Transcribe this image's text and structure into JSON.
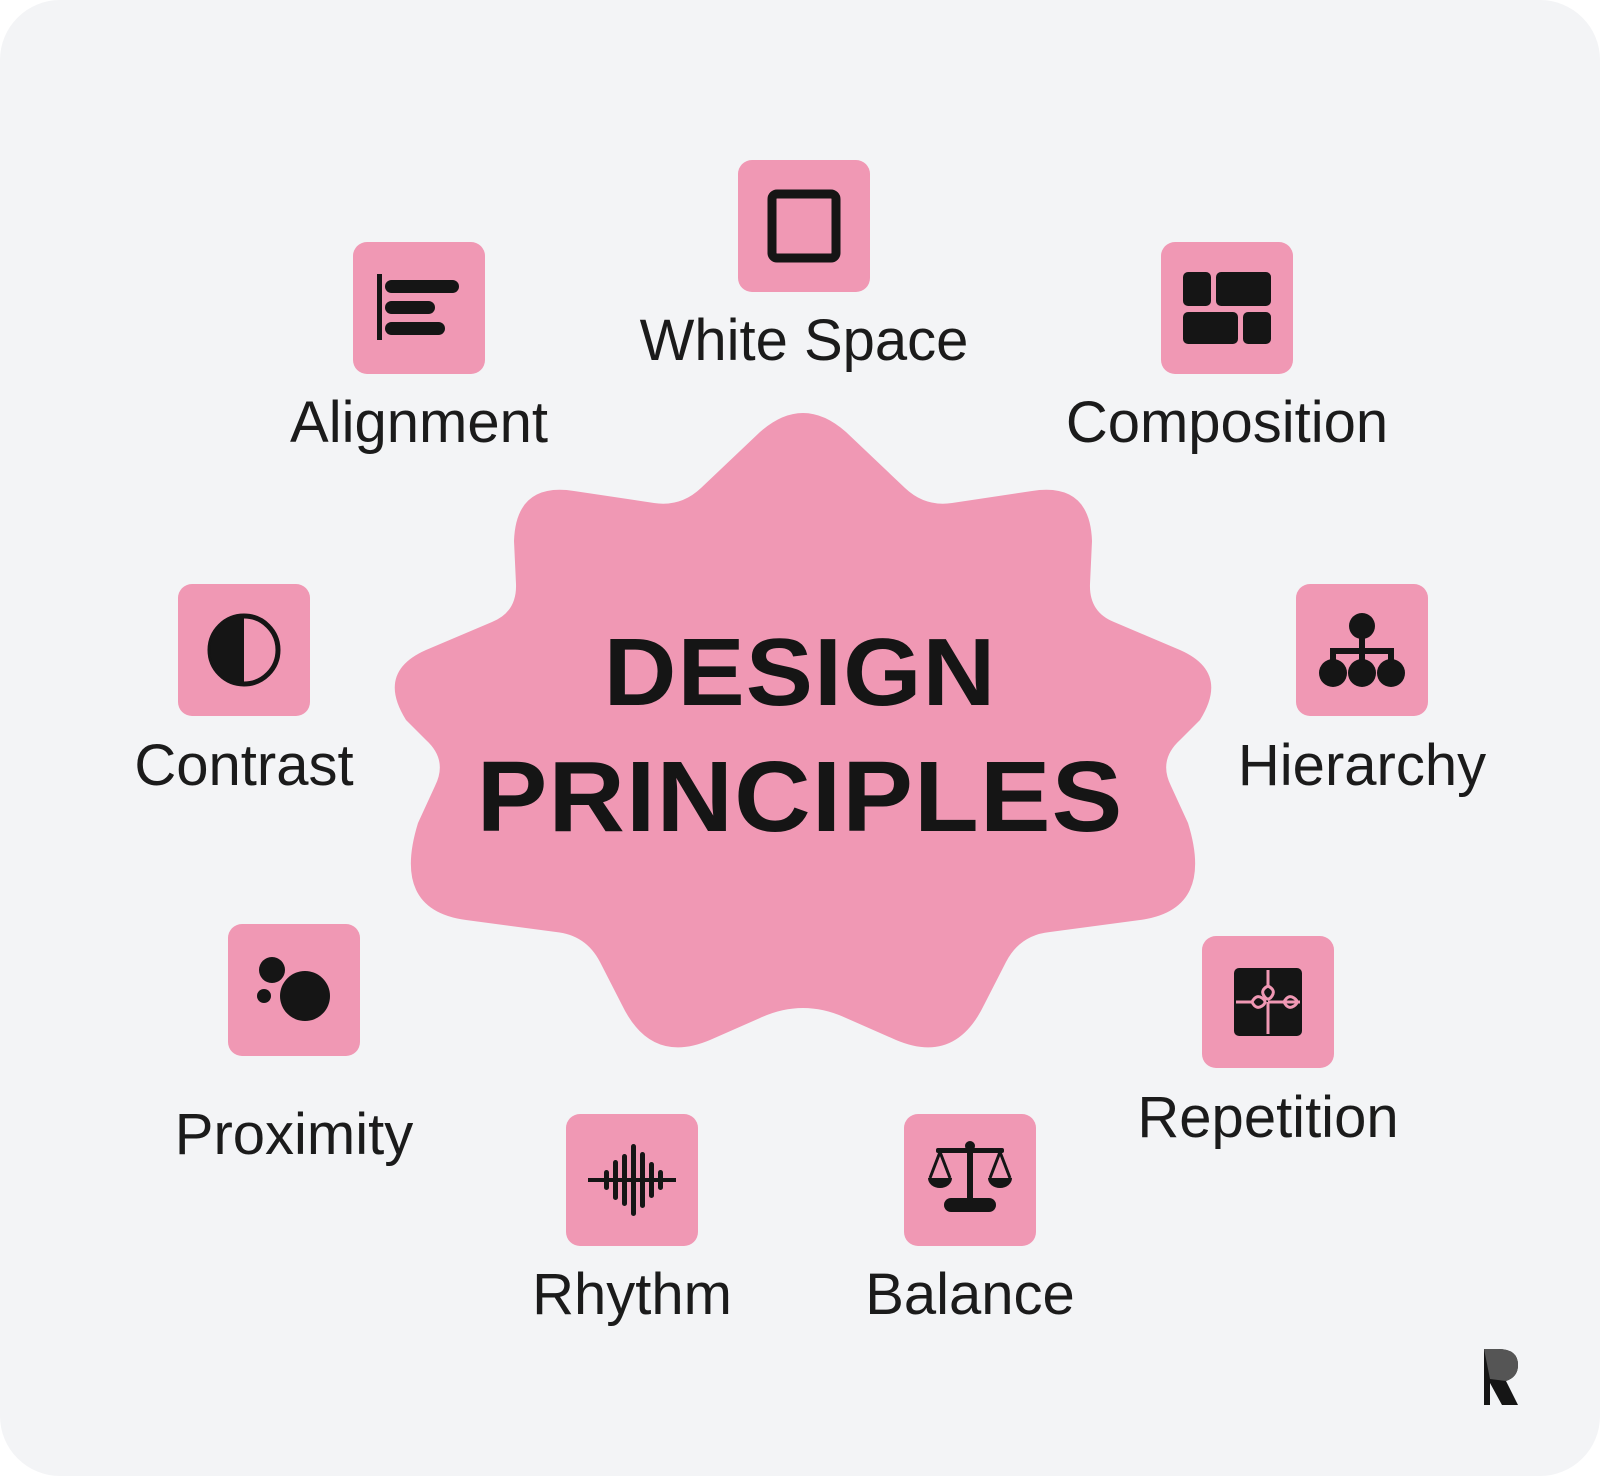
{
  "title_line1": "DESIGN",
  "title_line2": "PRINCIPLES",
  "colors": {
    "background": "#f3f4f6",
    "accent": "#f098b4",
    "text": "#151515"
  },
  "principles": [
    {
      "label": "White Space",
      "icon": "square-outline-icon"
    },
    {
      "label": "Alignment",
      "icon": "align-left-icon"
    },
    {
      "label": "Composition",
      "icon": "grid-blocks-icon"
    },
    {
      "label": "Contrast",
      "icon": "half-circle-icon"
    },
    {
      "label": "Hierarchy",
      "icon": "hierarchy-tree-icon"
    },
    {
      "label": "Proximity",
      "icon": "dots-cluster-icon"
    },
    {
      "label": "Repetition",
      "icon": "puzzle-icon"
    },
    {
      "label": "Rhythm",
      "icon": "waveform-icon"
    },
    {
      "label": "Balance",
      "icon": "scales-icon"
    }
  ],
  "logo": "r-brand-logo"
}
